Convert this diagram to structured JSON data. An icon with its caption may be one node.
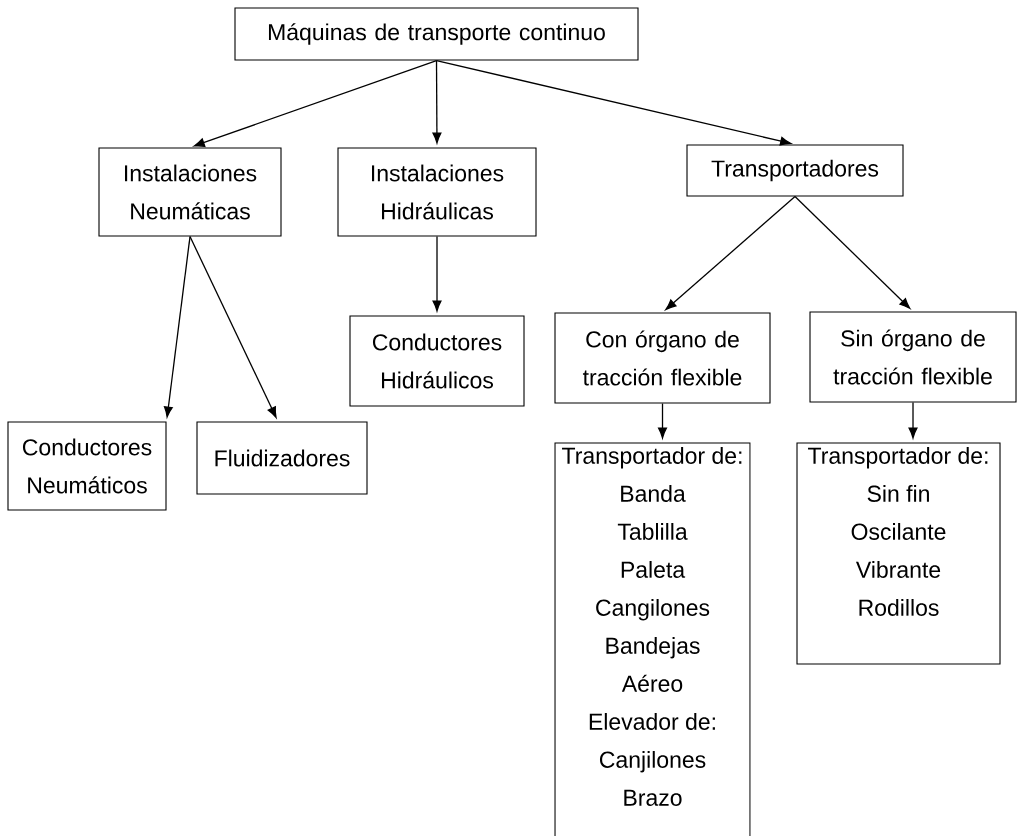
{
  "diagram": {
    "nodes": [
      {
        "text": [
          "Máquinas de transporte continuo"
        ]
      },
      {
        "text": [
          "Instalaciones Neumáticas"
        ]
      },
      {
        "text": [
          "Instalaciones Hidráulicas"
        ]
      },
      {
        "text": [
          "Transportadores"
        ]
      },
      {
        "text": [
          "Conductores Hidráulicos"
        ]
      },
      {
        "text": [
          "Con órgano de tracción flexible"
        ]
      },
      {
        "text": [
          "Sin órgano de tracción flexible"
        ]
      },
      {
        "text": [
          "Conductores Neumáticos"
        ]
      },
      {
        "text": [
          "Fluidizadores"
        ]
      },
      {
        "text": [
          "Transportador de:",
          "Banda",
          "Tablilla",
          "Paleta",
          "Cangilones",
          "Bandejas",
          "Aéreo",
          "Elevador de:",
          "Canjilones",
          "Brazo"
        ]
      },
      {
        "text": [
          "Transportador de:",
          "Sin fin",
          "Oscilante",
          "Vibrante",
          "Rodillos"
        ]
      }
    ],
    "edges": [
      {
        "from": 0,
        "to": 1,
        "arrow": "to"
      },
      {
        "from": 0,
        "to": 2,
        "arrow": "to"
      },
      {
        "from": 0,
        "to": 3,
        "arrow": "to"
      },
      {
        "from": 1,
        "to": 7,
        "arrow": "to"
      },
      {
        "from": 1,
        "to": 8,
        "arrow": "to"
      },
      {
        "from": 2,
        "to": 4,
        "arrow": "to"
      },
      {
        "from": 3,
        "to": 5,
        "arrow": "to"
      },
      {
        "from": 3,
        "to": 6,
        "arrow": "to"
      },
      {
        "from": 5,
        "to": 9,
        "arrow": "to"
      },
      {
        "from": 6,
        "to": 10,
        "arrow": "to"
      }
    ]
  }
}
